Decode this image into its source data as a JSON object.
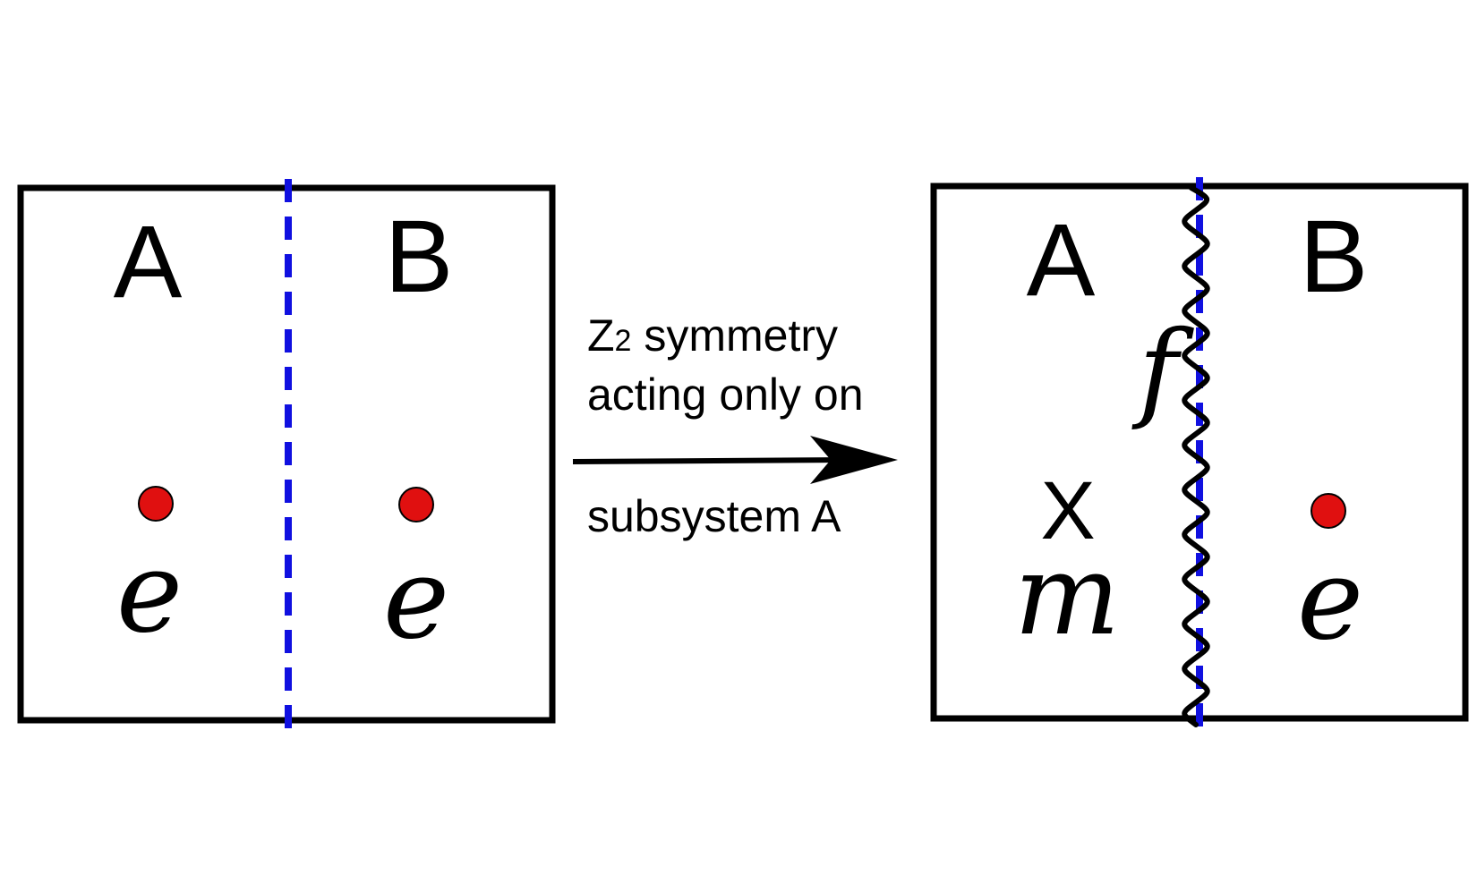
{
  "colors": {
    "box_stroke": "#000000",
    "divider": "#1010e0",
    "particle": "#e01010",
    "arrow": "#000000",
    "wavy": "#000000"
  },
  "left_panel": {
    "region_a": "A",
    "region_b": "B",
    "particle_a_label": "e",
    "particle_b_label": "e"
  },
  "arrow": {
    "line1_prefix": "Z",
    "line1_subscript": "2",
    "line1_suffix": " symmetry",
    "line2": "acting only on",
    "line3": "subsystem A"
  },
  "right_panel": {
    "region_a": "A",
    "region_b": "B",
    "defect_label": "f",
    "cross_mark": "X",
    "particle_a_label": "m",
    "particle_b_label": "e"
  }
}
